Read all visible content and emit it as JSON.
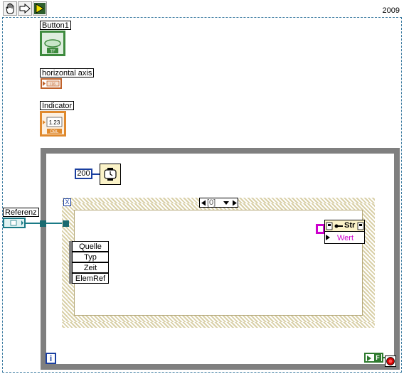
{
  "toolbar": {
    "year": "2009",
    "icons": [
      "hand-tool-icon",
      "arrow-right-icon",
      "highlight-execution-icon"
    ]
  },
  "controls": {
    "button1_label": "Button1",
    "button1_type": "TF",
    "horizontal_axis_label": "horizontal axis",
    "horizontal_axis_type": "I16",
    "indicator_label": "Indicator",
    "indicator_value": "1.23",
    "indicator_type": "DBL",
    "referenz_label": "Referenz"
  },
  "loop": {
    "wait_constant": "200",
    "iteration_label": "i",
    "stop_terminal_label": "F"
  },
  "sequence": {
    "selector_value": "[0]",
    "tunnel_symbol": "X",
    "event_data": [
      "Quelle",
      "Typ",
      "Zeit",
      "ElemRef"
    ]
  },
  "property_node": {
    "header_label": "Str",
    "property": "Wert"
  },
  "colors": {
    "wire_refnum": "#1a7a86",
    "loop_border": "#7f7f7f",
    "wire_numeric": "#1a3fa0",
    "string_terminal": "#cc00cc"
  }
}
